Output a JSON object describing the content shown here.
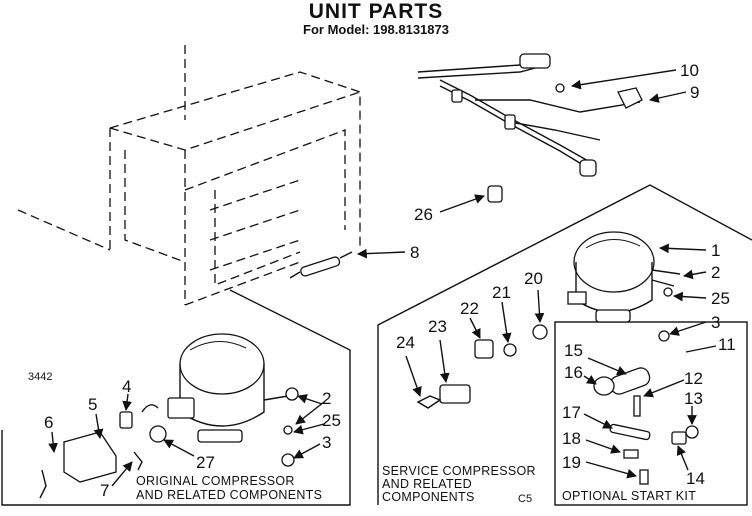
{
  "header": {
    "title": "UNIT PARTS",
    "model_line": "For Model: 198.8131873"
  },
  "ref_number": "3442",
  "page_code": "C5",
  "sections": {
    "original": {
      "caption_line1": "ORIGINAL COMPRESSOR",
      "caption_line2": "AND RELATED COMPONENTS"
    },
    "service": {
      "caption_line1": "SERVICE COMPRESSOR",
      "caption_line2": "AND RELATED",
      "caption_line3": "COMPONENTS"
    },
    "start_kit": {
      "caption": "OPTIONAL START KIT"
    }
  },
  "callouts": {
    "p10": "10",
    "p9": "9",
    "p26": "26",
    "p8": "8",
    "s1": "1",
    "s2": "2",
    "s25": "25",
    "s3": "3",
    "s11": "11",
    "s20": "20",
    "s21": "21",
    "s22": "22",
    "s23": "23",
    "s24": "24",
    "k15": "15",
    "k16": "16",
    "k12": "12",
    "k13": "13",
    "k17": "17",
    "k18": "18",
    "k19": "19",
    "k14": "14",
    "o2": "2",
    "o25": "25",
    "o3": "3",
    "o4": "4",
    "o5": "5",
    "o6": "6",
    "o7": "7",
    "o27": "27"
  }
}
